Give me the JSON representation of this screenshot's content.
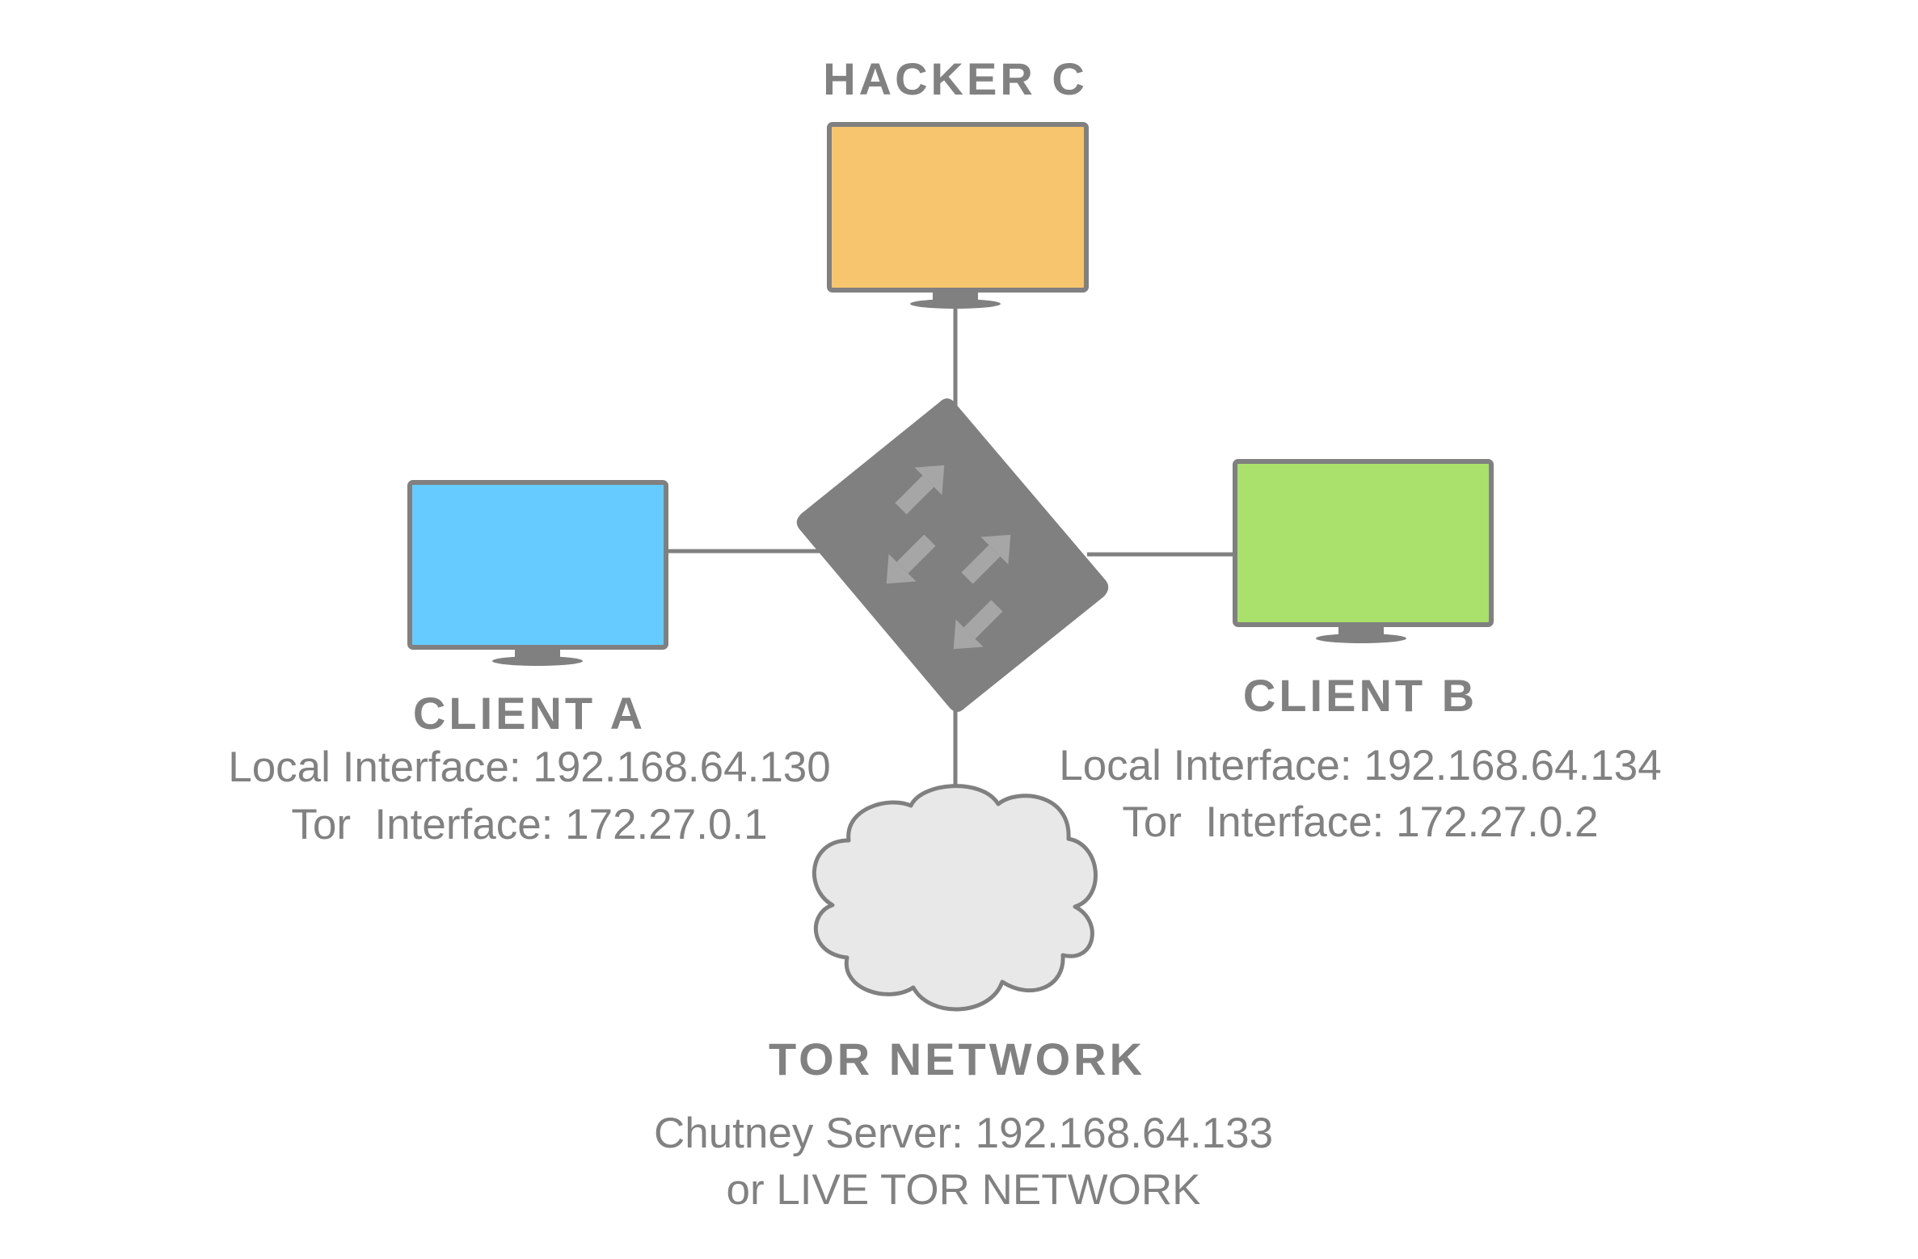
{
  "colors": {
    "line": "#808080",
    "text": "#818181",
    "hacker_screen": "#F6C56E",
    "client_a_screen": "#66CCFF",
    "client_b_screen": "#AAE06C",
    "switch_body": "#808080",
    "switch_arrows": "#A6A6A6",
    "cloud_fill": "#E8E8E8"
  },
  "hacker_c": {
    "title": "HACKER C",
    "icon": "monitor-icon"
  },
  "client_a": {
    "title": "CLIENT A",
    "icon": "monitor-icon",
    "local_interface": "Local Interface: 192.168.64.130",
    "tor_interface": "Tor  Interface: 172.27.0.1"
  },
  "client_b": {
    "title": "CLIENT B",
    "icon": "monitor-icon",
    "local_interface": "Local Interface: 192.168.64.134",
    "tor_interface": "Tor  Interface: 172.27.0.2"
  },
  "switch": {
    "icon": "network-switch-icon"
  },
  "tor_network": {
    "title": "TOR NETWORK",
    "icon": "cloud-icon",
    "server": "Chutney Server: 192.168.64.133",
    "alternative": "or LIVE TOR NETWORK"
  }
}
